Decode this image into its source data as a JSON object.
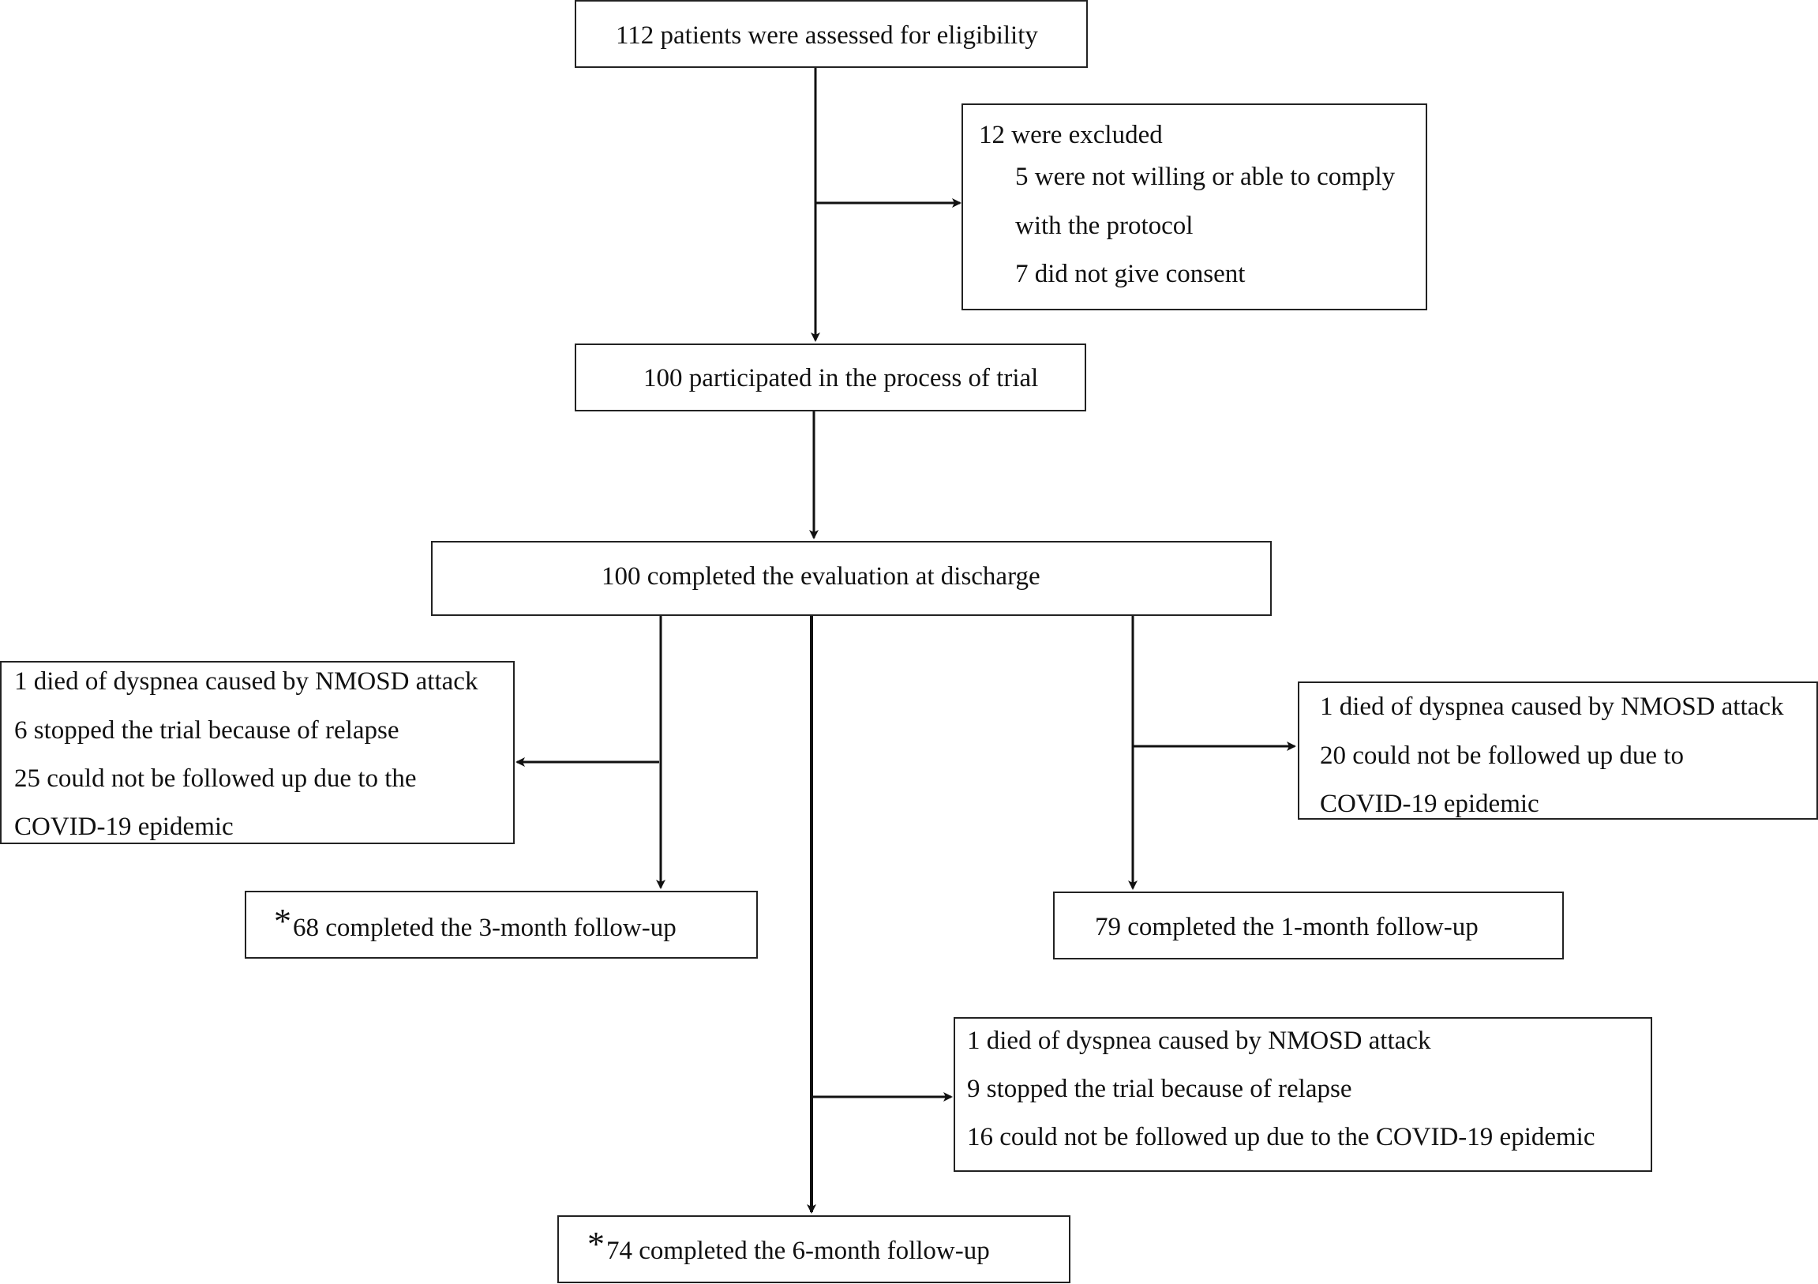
{
  "boxes": {
    "eligibility": {
      "text": "112 patients were assessed for eligibility"
    },
    "excluded": {
      "title": "12 were excluded",
      "item1_line1": "5 were not willing or able to comply",
      "item1_line2": "with the protocol",
      "item2": "7 did not give consent"
    },
    "participated": {
      "text": "100 participated in the process of trial"
    },
    "discharge": {
      "text": "100 completed the evaluation at discharge"
    },
    "loss_3month": {
      "line1": "1 died of dyspnea caused by NMOSD attack",
      "line2": "6 stopped the trial because of relapse",
      "line3": "25 could not be followed up due to the",
      "line4": "COVID-19  epidemic"
    },
    "loss_1month": {
      "line1": "1 died of dyspnea caused by NMOSD attack",
      "line2": "20 could not be followed up due to",
      "line3": "COVID-19  epidemic"
    },
    "followup_3month": {
      "marker": "*",
      "text": "68 completed the 3-month follow-up"
    },
    "followup_1month": {
      "text": "79 completed the 1-month follow-up"
    },
    "loss_6month": {
      "line1": "1 died of dyspnea caused by NMOSD attack",
      "line2": "9 stopped the trial because of relapse",
      "line3": "16 could not be followed up due to the  COVID-19  epidemic"
    },
    "followup_6month": {
      "marker": "*",
      "text": "74 completed the 6-month follow-up"
    }
  },
  "colors": {
    "line": "#111111",
    "border": "#222222",
    "background": "#ffffff"
  }
}
